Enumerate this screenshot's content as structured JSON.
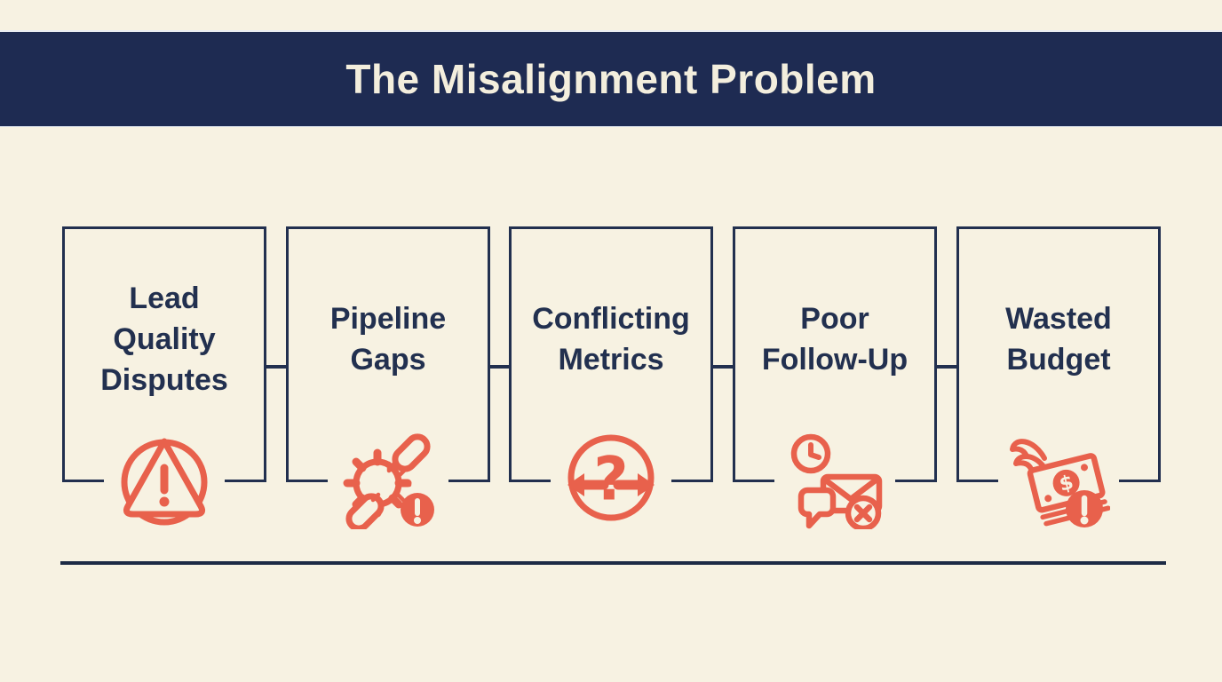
{
  "palette": {
    "background": "#f7f2e2",
    "banner": "#1e2b52",
    "banner_text": "#f3eedd",
    "box_border": "#22304f",
    "label_text": "#22304f",
    "icon_accent": "#e8614c",
    "divider": "#1d2b45"
  },
  "header": {
    "title": "The Misalignment Problem"
  },
  "cards": [
    {
      "label": "Lead\nQuality\nDisputes",
      "icon": "warning-triangle-icon"
    },
    {
      "label": "Pipeline\nGaps",
      "icon": "broken-chain-gear-icon"
    },
    {
      "label": "Conflicting\nMetrics",
      "icon": "conflicting-arrows-question-icon"
    },
    {
      "label": "Poor\nFollow-Up",
      "icon": "missed-message-clock-icon"
    },
    {
      "label": "Wasted\nBudget",
      "icon": "flying-money-icon"
    }
  ]
}
